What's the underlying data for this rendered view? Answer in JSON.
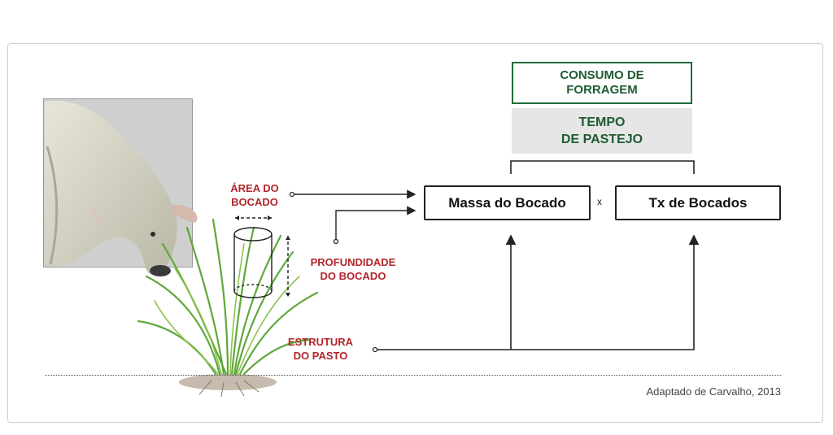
{
  "diagram": {
    "top_box": {
      "line1": "CONSUMO DE",
      "line2": "FORRAGEM"
    },
    "time_box": {
      "line1": "TEMPO",
      "line2": "DE PASTEJO"
    },
    "bite_mass": "Massa do Bocado",
    "multiply": "x",
    "bite_rate": "Tx de Bocados",
    "labels": {
      "bite_area": {
        "line1": "ÁREA DO",
        "line2": "BOCADO"
      },
      "bite_depth": {
        "line1": "PROFUNDIDADE",
        "line2": "DO BOCADO"
      },
      "pasture_structure": {
        "line1": "ESTRUTURA",
        "line2": "DO PASTO"
      }
    },
    "credit": "Adaptado de Carvalho, 2013"
  },
  "colors": {
    "accent_green": "#1f6b3a",
    "label_red": "#b3262c",
    "gray_fill": "#e6e6e6"
  },
  "icons": [
    "cow-illustration",
    "grass-tuft-illustration",
    "cylinder-icon"
  ]
}
